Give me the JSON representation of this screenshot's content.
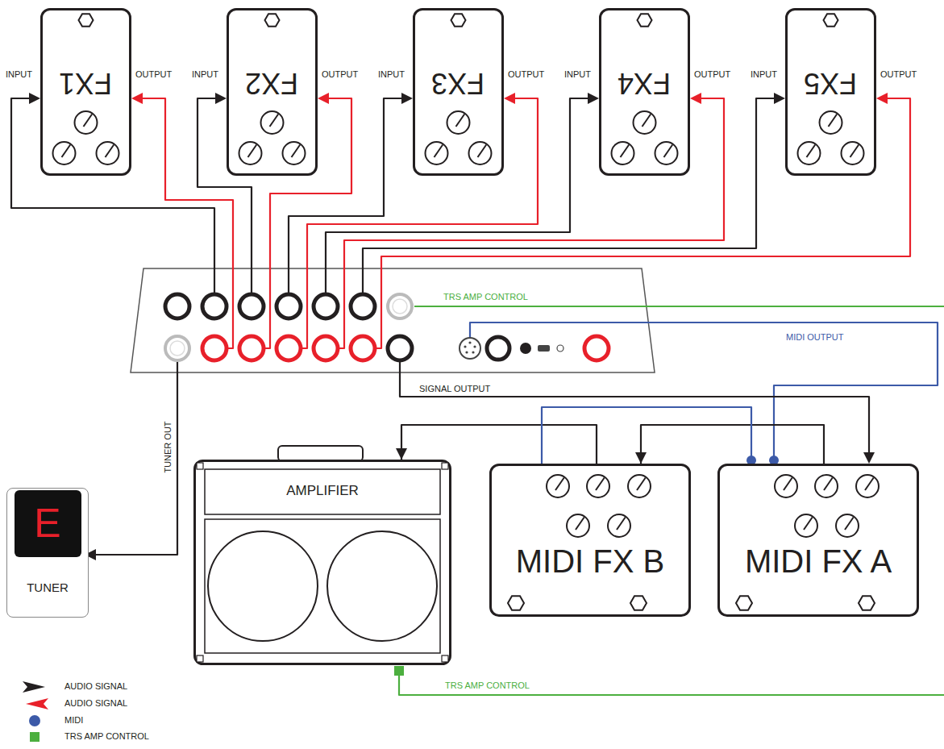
{
  "diagram": {
    "nodes": [
      {
        "text": [
          "FX1"
        ]
      },
      {
        "text": [
          "FX2"
        ]
      },
      {
        "text": [
          "FX3"
        ]
      },
      {
        "text": [
          "FX4"
        ]
      },
      {
        "text": [
          "FX5"
        ]
      },
      {
        "text": [
          "AMPLIFIER"
        ]
      },
      {
        "text": [
          "MIDI FX B"
        ]
      },
      {
        "text": [
          "MIDI FX A"
        ]
      },
      {
        "text": [
          "E",
          "TUNER"
        ]
      }
    ],
    "edges": [
      {
        "from": 7,
        "to": 6,
        "arrow": "to"
      },
      {
        "from": 6,
        "to": 5,
        "arrow": "to"
      },
      {
        "from": 6,
        "to": 7,
        "arrow": "none"
      }
    ],
    "labels": [
      "INPUT",
      "OUTPUT",
      "INPUT",
      "OUTPUT",
      "INPUT",
      "OUTPUT",
      "INPUT",
      "OUTPUT",
      "INPUT",
      "OUTPUT",
      "TRS AMP CONTROL",
      "MIDI OUTPUT",
      "SIGNAL OUTPUT",
      "TUNER OUT",
      "TRS AMP CONTROL"
    ],
    "legend": [
      {
        "text": "AUDIO SIGNAL"
      },
      {
        "text": "AUDIO SIGNAL"
      },
      {
        "text": "MIDI",
        "color": "#3c5aa8"
      },
      {
        "text": "TRS AMP CONTROL",
        "color": "#4caf3f"
      }
    ]
  }
}
